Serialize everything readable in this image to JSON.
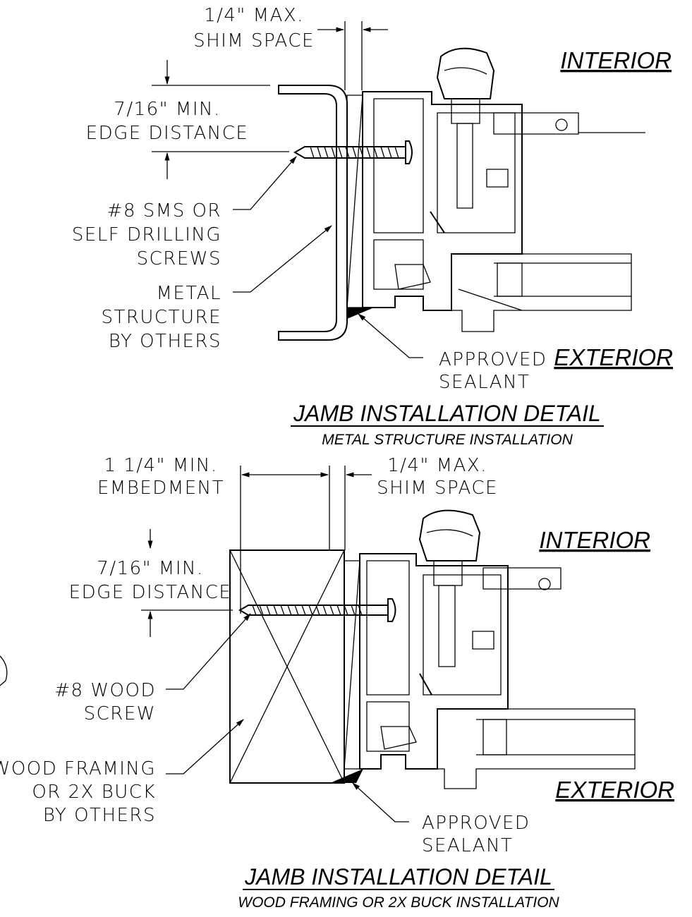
{
  "detail_top": {
    "labels": {
      "shim_line1": "1/4\" MAX.",
      "shim_line2": "SHIM SPACE",
      "edge_line1": "7/16\" MIN.",
      "edge_line2": "EDGE DISTANCE",
      "screw_line1": "#8 SMS OR",
      "screw_line2": "SELF DRILLING",
      "screw_line3": "SCREWS",
      "metal_line1": "METAL",
      "metal_line2": "STRUCTURE",
      "metal_line3": "BY OTHERS",
      "sealant_line1": "APPROVED",
      "sealant_line2": "SEALANT",
      "interior": "INTERIOR",
      "exterior": "EXTERIOR"
    },
    "title": "JAMB INSTALLATION DETAIL",
    "subtitle": "METAL STRUCTURE INSTALLATION"
  },
  "detail_bottom": {
    "labels": {
      "embed_line1": "1 1/4\" MIN.",
      "embed_line2": "EMBEDMENT",
      "shim_line1": "1/4\" MAX.",
      "shim_line2": "SHIM SPACE",
      "edge_line1": "7/16\" MIN.",
      "edge_line2": "EDGE DISTANCE",
      "screw_line1": "#8 WOOD",
      "screw_line2": "SCREW",
      "wood_line1": "WOOD FRAMING",
      "wood_line2": "OR 2X BUCK",
      "wood_line3": "BY OTHERS",
      "sealant_line1": "APPROVED",
      "sealant_line2": "SEALANT",
      "interior": "INTERIOR",
      "exterior": "EXTERIOR"
    },
    "title": "JAMB INSTALLATION DETAIL",
    "subtitle": "WOOD FRAMING OR 2X BUCK INSTALLATION"
  }
}
